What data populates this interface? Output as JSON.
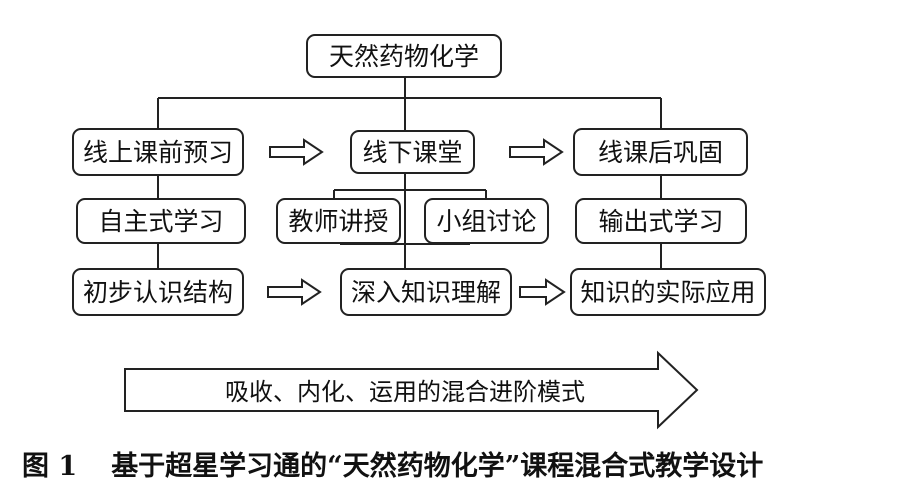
{
  "root": "天然药物化学",
  "stages": {
    "online": "线上课前预习",
    "offline": "线下课堂",
    "after": "线课后巩固"
  },
  "row2": {
    "self_study": "自主式学习",
    "teacher": "教师讲授",
    "group": "小组讨论",
    "output": "输出式学习"
  },
  "row3": {
    "initial": "初步认识结构",
    "deep": "深入知识理解",
    "apply": "知识的实际应用"
  },
  "progress_label": "吸收、内化、运用的混合进阶模式",
  "caption": {
    "figure": "图 1",
    "text": "基于超星学习通的“天然药物化学”课程混合式教学设计"
  }
}
